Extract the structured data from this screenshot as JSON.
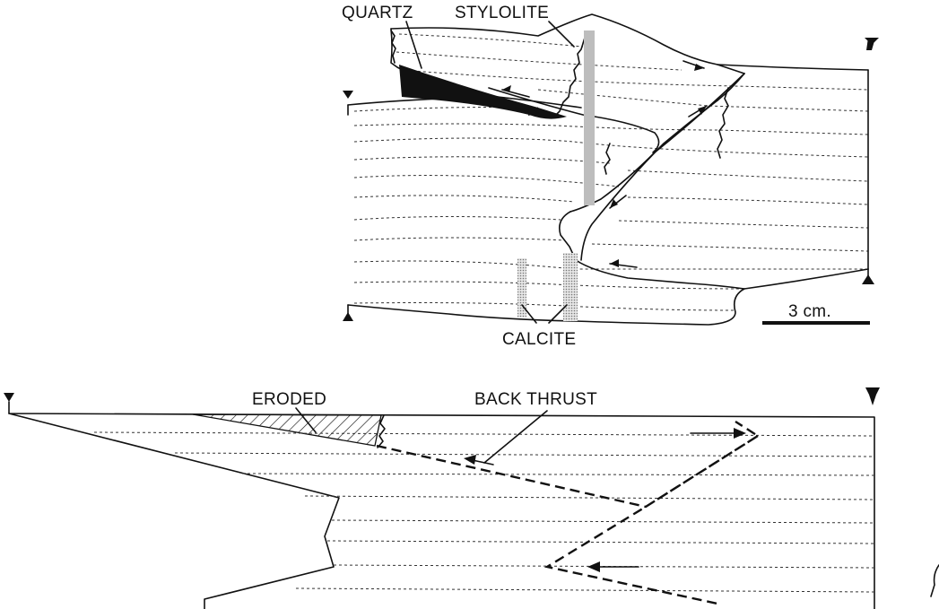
{
  "top_panel": {
    "labels": {
      "quartz": "QUARTZ",
      "stylolite": "STYLOLITE",
      "calcite": "CALCITE",
      "scale_bar": "3 cm."
    }
  },
  "bottom_panel": {
    "labels": {
      "eroded": "ERODED",
      "back_thrust": "BACK THRUST"
    }
  },
  "colors": {
    "ink": "#111111",
    "calcite_fill": "#bdbdbd",
    "background": "#ffffff"
  }
}
